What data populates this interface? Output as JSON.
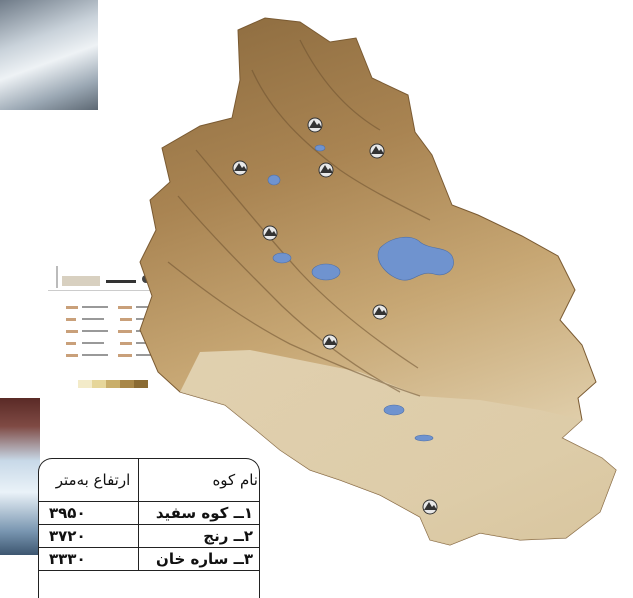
{
  "legend": {
    "tiny_texts": []
  },
  "peak_markers": [
    {
      "name": "peak-marker-1"
    },
    {
      "name": "peak-marker-2"
    },
    {
      "name": "peak-marker-3"
    },
    {
      "name": "peak-marker-4"
    },
    {
      "name": "peak-marker-5"
    },
    {
      "name": "peak-marker-6"
    },
    {
      "name": "peak-marker-7"
    },
    {
      "name": "peak-marker-8"
    }
  ],
  "colors": {
    "terrain_dark": "#8b6a3e",
    "terrain_mid": "#b38e58",
    "terrain_light": "#e3d3b1",
    "lake": "#6f93cf"
  },
  "table": {
    "header_name": "نام کوه",
    "header_height": "ارتفاع به‌متر",
    "rows": [
      {
        "name": "۱ــ کوه سفید",
        "height": "۳۹۵۰"
      },
      {
        "name": "۲ــ رنج",
        "height": "۳۷۲۰"
      },
      {
        "name": "۳ــ ساره خان",
        "height": "۳۳۳۰"
      }
    ]
  }
}
